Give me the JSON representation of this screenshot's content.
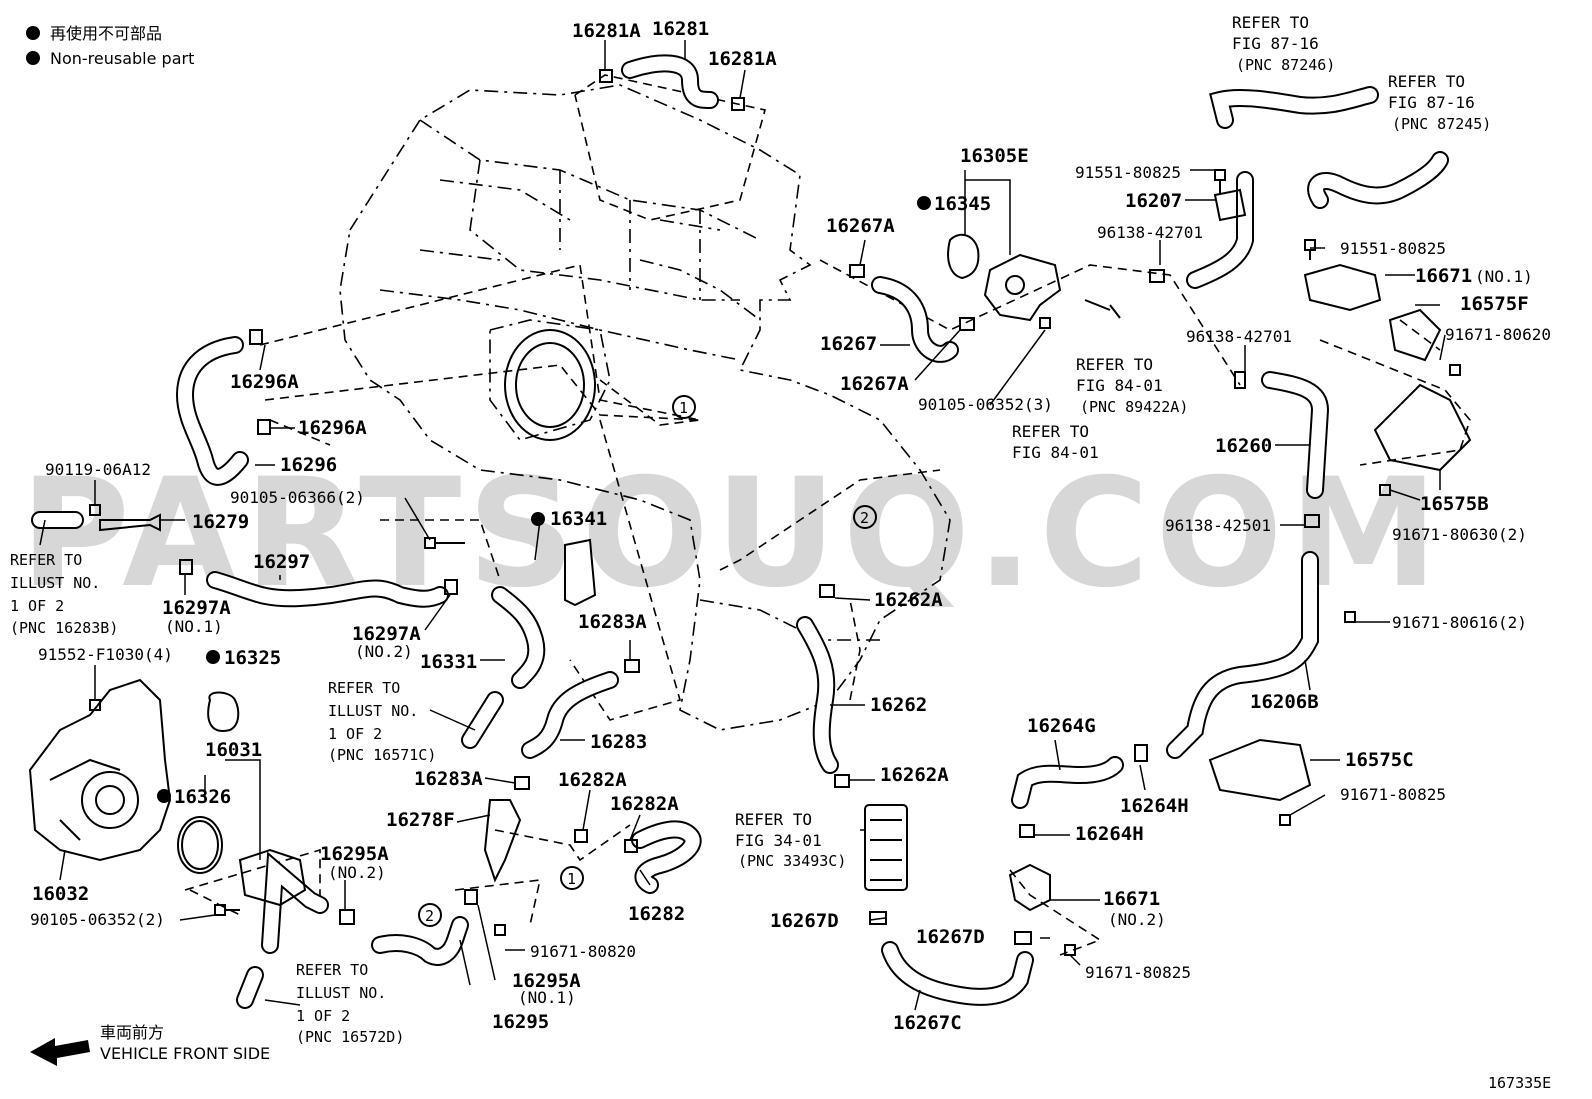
{
  "legend": {
    "jp": "再使用不可部品",
    "en": "Non-reusable part"
  },
  "watermark": "PARTSOUQ.COM",
  "figure_id": "167335E",
  "direction": "VEHICLE FRONT SIDE",
  "direction_jp": "車両前方",
  "callouts": {
    "c1": "1",
    "c2": "2"
  },
  "parts": [
    {
      "no": "16281A"
    },
    {
      "no": "16281"
    },
    {
      "no": "16281A"
    },
    {
      "no": "16305E"
    },
    {
      "no": "16345"
    },
    {
      "no": "16267A"
    },
    {
      "no": "16267"
    },
    {
      "no": "16267A"
    },
    {
      "no": "90105-06352(3)"
    },
    {
      "no": "91551-80825"
    },
    {
      "no": "16207"
    },
    {
      "no": "96138-42701"
    },
    {
      "no": "91551-80825"
    },
    {
      "no": "16671"
    },
    {
      "no": "(NO.1)"
    },
    {
      "no": "16575F"
    },
    {
      "no": "91671-80620"
    },
    {
      "no": "96138-42701"
    },
    {
      "no": "16260"
    },
    {
      "no": "16575B"
    },
    {
      "no": "96138-42501"
    },
    {
      "no": "91671-80630(2)"
    },
    {
      "no": "91671-80616(2)"
    },
    {
      "no": "16206B"
    },
    {
      "no": "16575C"
    },
    {
      "no": "91671-80825"
    },
    {
      "no": "16264G"
    },
    {
      "no": "16264H"
    },
    {
      "no": "16264H"
    },
    {
      "no": "16671"
    },
    {
      "no": "(NO.2)"
    },
    {
      "no": "91671-80825"
    },
    {
      "no": "16267D"
    },
    {
      "no": "16267D"
    },
    {
      "no": "16267C"
    },
    {
      "no": "16262A"
    },
    {
      "no": "16262"
    },
    {
      "no": "16262A"
    },
    {
      "no": "16296A"
    },
    {
      "no": "16296A"
    },
    {
      "no": "16296"
    },
    {
      "no": "90119-06A12"
    },
    {
      "no": "16279"
    },
    {
      "no": "90105-06366(2)"
    },
    {
      "no": "16341"
    },
    {
      "no": "16297"
    },
    {
      "no": "16297A"
    },
    {
      "no": "(NO.1)"
    },
    {
      "no": "16297A"
    },
    {
      "no": "(NO.2)"
    },
    {
      "no": "16331"
    },
    {
      "no": "16283A"
    },
    {
      "no": "16283"
    },
    {
      "no": "16283A"
    },
    {
      "no": "16282A"
    },
    {
      "no": "16282A"
    },
    {
      "no": "16278F"
    },
    {
      "no": "16282"
    },
    {
      "no": "91552-F1030(4)"
    },
    {
      "no": "16325"
    },
    {
      "no": "16031"
    },
    {
      "no": "16326"
    },
    {
      "no": "16032"
    },
    {
      "no": "16295A"
    },
    {
      "no": "(NO.2)"
    },
    {
      "no": "90105-06352(2)"
    },
    {
      "no": "91671-80820"
    },
    {
      "no": "16295A"
    },
    {
      "no": "(NO.1)"
    },
    {
      "no": "16295"
    }
  ],
  "refs": {
    "r1": [
      "REFER TO",
      "FIG 87-16",
      "(PNC 87246)"
    ],
    "r2": [
      "REFER TO",
      "FIG 87-16",
      "(PNC 87245)"
    ],
    "r3": [
      "REFER TO",
      "FIG 84-01",
      "(PNC 89422A)"
    ],
    "r4": [
      "REFER TO",
      "FIG 84-01"
    ],
    "r5": [
      "REFER TO",
      "ILLUST NO.",
      "1 OF 2",
      "(PNC 16283B)"
    ],
    "r6": [
      "REFER TO",
      "ILLUST NO.",
      "1 OF 2",
      "(PNC 16571C)"
    ],
    "r7": [
      "REFER TO",
      "FIG 34-01",
      "(PNC 33493C)"
    ],
    "r8": [
      "REFER TO",
      "ILLUST NO.",
      "1 OF 2",
      "(PNC 16572D)"
    ]
  }
}
